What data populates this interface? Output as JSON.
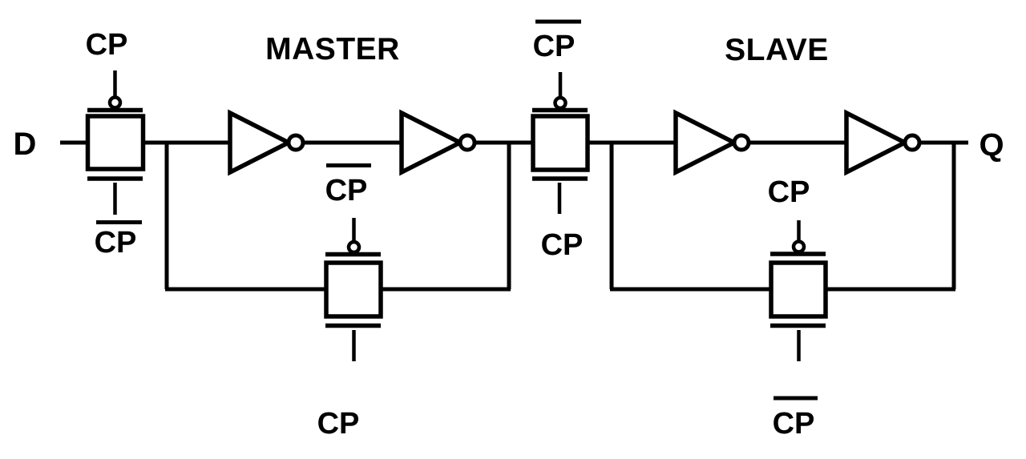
{
  "colors": {
    "ink": "#000000",
    "section_label": "#ff0000",
    "background": "#ffffff"
  },
  "io": {
    "input": "D",
    "output": "Q"
  },
  "sections": {
    "master": "MASTER",
    "slave": "SLAVE"
  },
  "clock_labels": {
    "input_tg_top": {
      "text": "CP",
      "overline": false
    },
    "input_tg_bottom": {
      "text": "CP",
      "overline": true
    },
    "master_fb_tg_top": {
      "text": "CP",
      "overline": true
    },
    "master_fb_tg_bottom": {
      "text": "CP",
      "overline": false
    },
    "mid_tg_top": {
      "text": "CP",
      "overline": true
    },
    "mid_tg_bottom": {
      "text": "CP",
      "overline": false
    },
    "slave_fb_tg_top": {
      "text": "CP",
      "overline": false
    },
    "slave_fb_tg_bottom": {
      "text": "CP",
      "overline": true
    }
  }
}
